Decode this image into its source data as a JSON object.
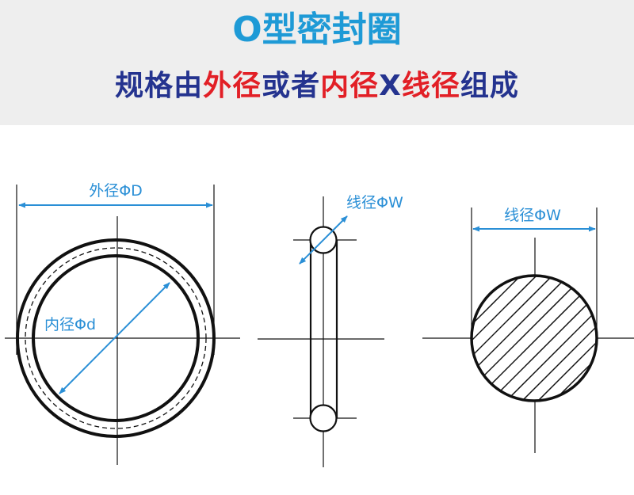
{
  "header": {
    "title_prefix": "O",
    "title_rest": "型密封圈",
    "subtitle_parts": [
      {
        "text": "规格由",
        "tone": "blue"
      },
      {
        "text": "外径",
        "tone": "red"
      },
      {
        "text": "或者",
        "tone": "blue"
      },
      {
        "text": "内径",
        "tone": "red"
      },
      {
        "text": "X",
        "tone": "blue"
      },
      {
        "text": "线径",
        "tone": "red"
      },
      {
        "text": "组成",
        "tone": "blue"
      }
    ]
  },
  "labels": {
    "outer_diameter": "外径ΦD",
    "inner_diameter": "内径Φd",
    "wire_diameter_side": "线径ΦW",
    "wire_diameter_section": "线径ΦW"
  },
  "colors": {
    "title_accent": "#1e9ad6",
    "subtitle_blue": "#24338f",
    "subtitle_red": "#e21f26",
    "header_bg": "#eeeeee",
    "dimension_blue": "#2a8fd6",
    "line_black": "#111111"
  }
}
